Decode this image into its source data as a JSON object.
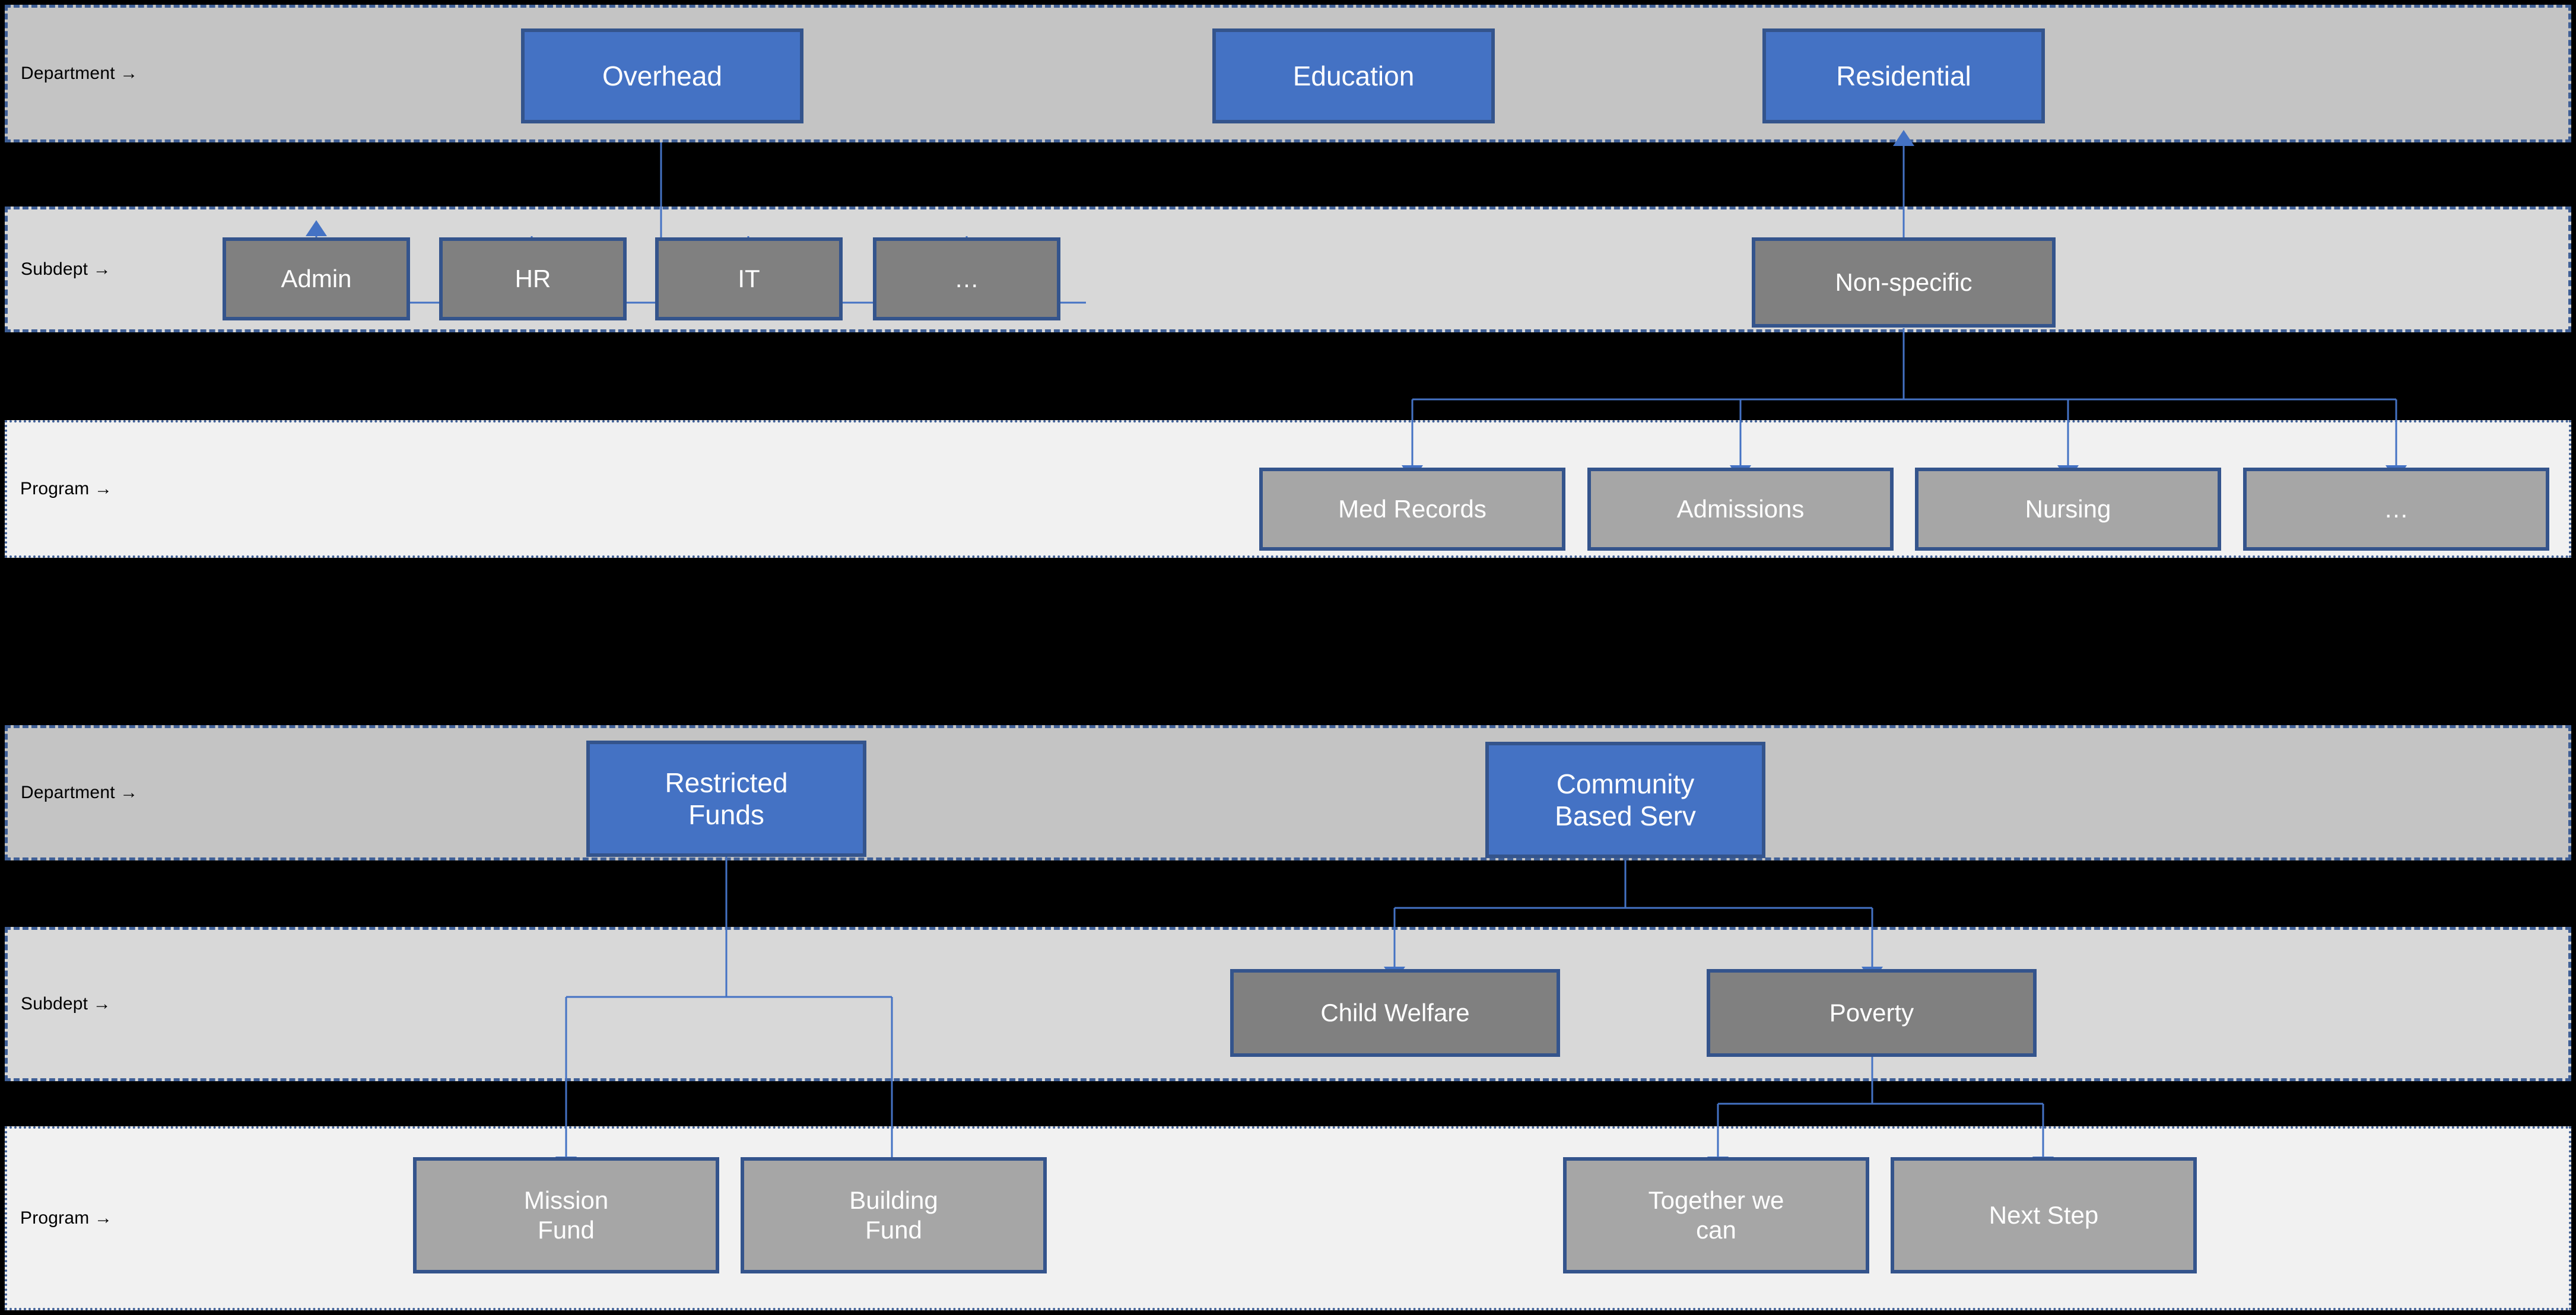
{
  "diagram": {
    "title": "Department / Subdept / Program hierarchy",
    "colors": {
      "node_blue": "#4472c4",
      "node_gray": "#808080",
      "node_light_gray": "#a6a6a6",
      "node_border": "#34548c",
      "band_department": "#c4c4c4",
      "band_subdept": "#d8d8d8",
      "band_program": "#f1f1f1",
      "band_border": "#3f5f96",
      "connector": "#4472c4",
      "background": "#000000"
    }
  },
  "chart_data": {
    "type": "diagram",
    "title": "Organizational hierarchy: Department → Subdept → Program",
    "charts": [
      {
        "name": "upper",
        "levels": [
          "Department",
          "Subdept",
          "Program"
        ],
        "nodes": [
          {
            "id": "overhead",
            "label": "Overhead",
            "level": "Department"
          },
          {
            "id": "education",
            "label": "Education",
            "level": "Department"
          },
          {
            "id": "residential",
            "label": "Residential",
            "level": "Department"
          },
          {
            "id": "admin",
            "label": "Admin",
            "level": "Subdept"
          },
          {
            "id": "hr",
            "label": "HR",
            "level": "Subdept"
          },
          {
            "id": "it",
            "label": "IT",
            "level": "Subdept"
          },
          {
            "id": "sub_more",
            "label": "…",
            "level": "Subdept"
          },
          {
            "id": "nonspecific",
            "label": "Non-specific",
            "level": "Subdept"
          },
          {
            "id": "medrecords",
            "label": "Med Records",
            "level": "Program"
          },
          {
            "id": "admissions",
            "label": "Admissions",
            "level": "Program"
          },
          {
            "id": "nursing",
            "label": "Nursing",
            "level": "Program"
          },
          {
            "id": "prog_more",
            "label": "…",
            "level": "Program"
          }
        ],
        "edges": [
          {
            "from": "overhead",
            "to": "admin"
          },
          {
            "from": "overhead",
            "to": "hr"
          },
          {
            "from": "overhead",
            "to": "it"
          },
          {
            "from": "overhead",
            "to": "sub_more"
          },
          {
            "from": "residential",
            "to": "nonspecific"
          },
          {
            "from": "nonspecific",
            "to": "medrecords"
          },
          {
            "from": "nonspecific",
            "to": "admissions"
          },
          {
            "from": "nonspecific",
            "to": "nursing"
          },
          {
            "from": "nonspecific",
            "to": "prog_more"
          }
        ]
      },
      {
        "name": "lower",
        "levels": [
          "Department",
          "Subdept",
          "Program"
        ],
        "nodes": [
          {
            "id": "restricted",
            "label": "Restricted Funds",
            "level": "Department"
          },
          {
            "id": "community",
            "label": "Community Based Serv",
            "level": "Department"
          },
          {
            "id": "childwelfare",
            "label": "Child Welfare",
            "level": "Subdept"
          },
          {
            "id": "poverty",
            "label": "Poverty",
            "level": "Subdept"
          },
          {
            "id": "missionfund",
            "label": "Mission Fund",
            "level": "Program"
          },
          {
            "id": "buildingfund",
            "label": "Building Fund",
            "level": "Program"
          },
          {
            "id": "togetherwecan",
            "label": "Together we can",
            "level": "Program"
          },
          {
            "id": "nextstep",
            "label": "Next Step",
            "level": "Program"
          }
        ],
        "edges": [
          {
            "from": "restricted",
            "to": "missionfund"
          },
          {
            "from": "restricted",
            "to": "buildingfund"
          },
          {
            "from": "community",
            "to": "childwelfare"
          },
          {
            "from": "community",
            "to": "poverty"
          },
          {
            "from": "poverty",
            "to": "togetherwecan"
          },
          {
            "from": "poverty",
            "to": "nextstep"
          }
        ]
      }
    ]
  },
  "upper": {
    "bands": [
      {
        "label": "Department →"
      },
      {
        "label": "Subdept →"
      },
      {
        "label": "Program →"
      }
    ],
    "department": [
      {
        "label": "Overhead"
      },
      {
        "label": "Education"
      },
      {
        "label": "Residential"
      }
    ],
    "subdept": [
      {
        "label": "Admin"
      },
      {
        "label": "HR"
      },
      {
        "label": "IT"
      },
      {
        "label": "…"
      },
      {
        "label": "Non-specific"
      }
    ],
    "program": [
      {
        "label": "Med Records"
      },
      {
        "label": "Admissions"
      },
      {
        "label": "Nursing"
      },
      {
        "label": "…"
      }
    ]
  },
  "lower": {
    "bands": [
      {
        "label": "Department →"
      },
      {
        "label": "Subdept →"
      },
      {
        "label": "Program →"
      }
    ],
    "department": [
      {
        "label": "Restricted Funds",
        "line1": "Restricted",
        "line2": "Funds"
      },
      {
        "label": "Community Based Serv",
        "line1": "Community",
        "line2": "Based Serv"
      }
    ],
    "subdept": [
      {
        "label": "Child Welfare"
      },
      {
        "label": "Poverty"
      }
    ],
    "program": [
      {
        "label": "Mission Fund",
        "line1": "Mission",
        "line2": "Fund"
      },
      {
        "label": "Building Fund",
        "line1": "Building",
        "line2": "Fund"
      },
      {
        "label": "Together we can",
        "line1": "Together we",
        "line2": "can"
      },
      {
        "label": "Next Step",
        "line1": "Next Step",
        "line2": ""
      }
    ]
  }
}
